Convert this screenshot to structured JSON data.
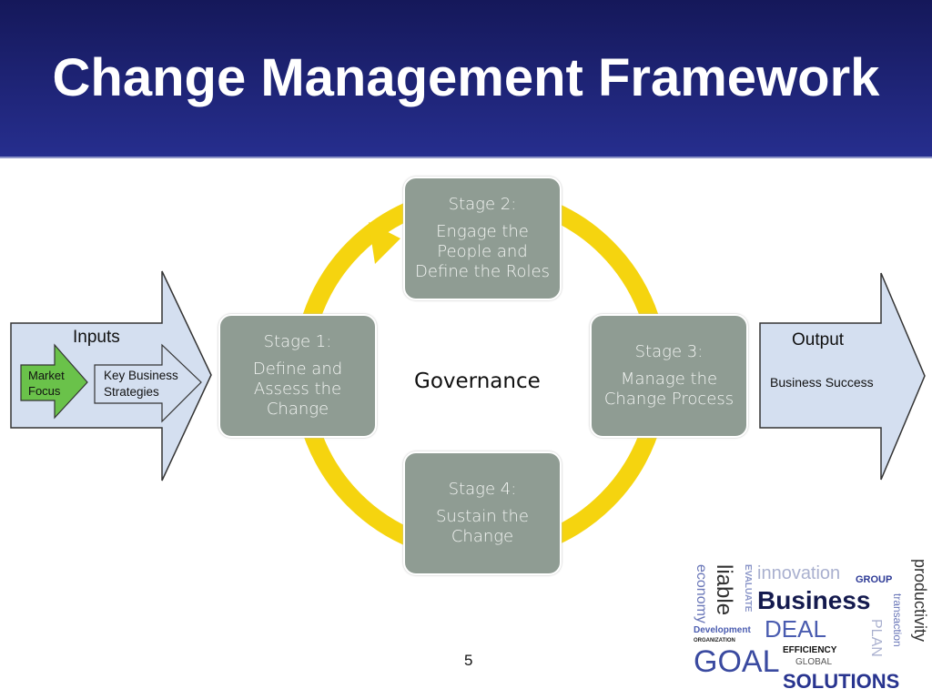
{
  "title": "Change Management Framework",
  "inputs": {
    "label": "Inputs",
    "market_focus": "Market Focus",
    "key_strategies": "Key Business Strategies"
  },
  "stages": [
    {
      "heading": "Stage 1:",
      "text": "Define and Assess the Change"
    },
    {
      "heading": "Stage 2:",
      "text": "Engage the People and Define the Roles"
    },
    {
      "heading": "Stage 3:",
      "text": "Manage the Change Process"
    },
    {
      "heading": "Stage 4:",
      "text": "Sustain the Change"
    }
  ],
  "center_label": "Governance",
  "output": {
    "label": "Output",
    "text": "Business Success"
  },
  "page_number": "5",
  "word_cloud": [
    "liable",
    "economy",
    "EVALUATE",
    "innovation",
    "GROUP",
    "productivity",
    "Business",
    "transaction",
    "Development",
    "ORGANIZATION",
    "DEAL",
    "PLAN",
    "GOAL",
    "EFFICIENCY",
    "GLOBAL",
    "SOLUTIONS"
  ],
  "colors": {
    "header": "#1f2679",
    "ring": "#f5d40f",
    "stage_fill": "#8f9c93",
    "arrow_fill": "#d4dff0",
    "green": "#6ac24a"
  }
}
